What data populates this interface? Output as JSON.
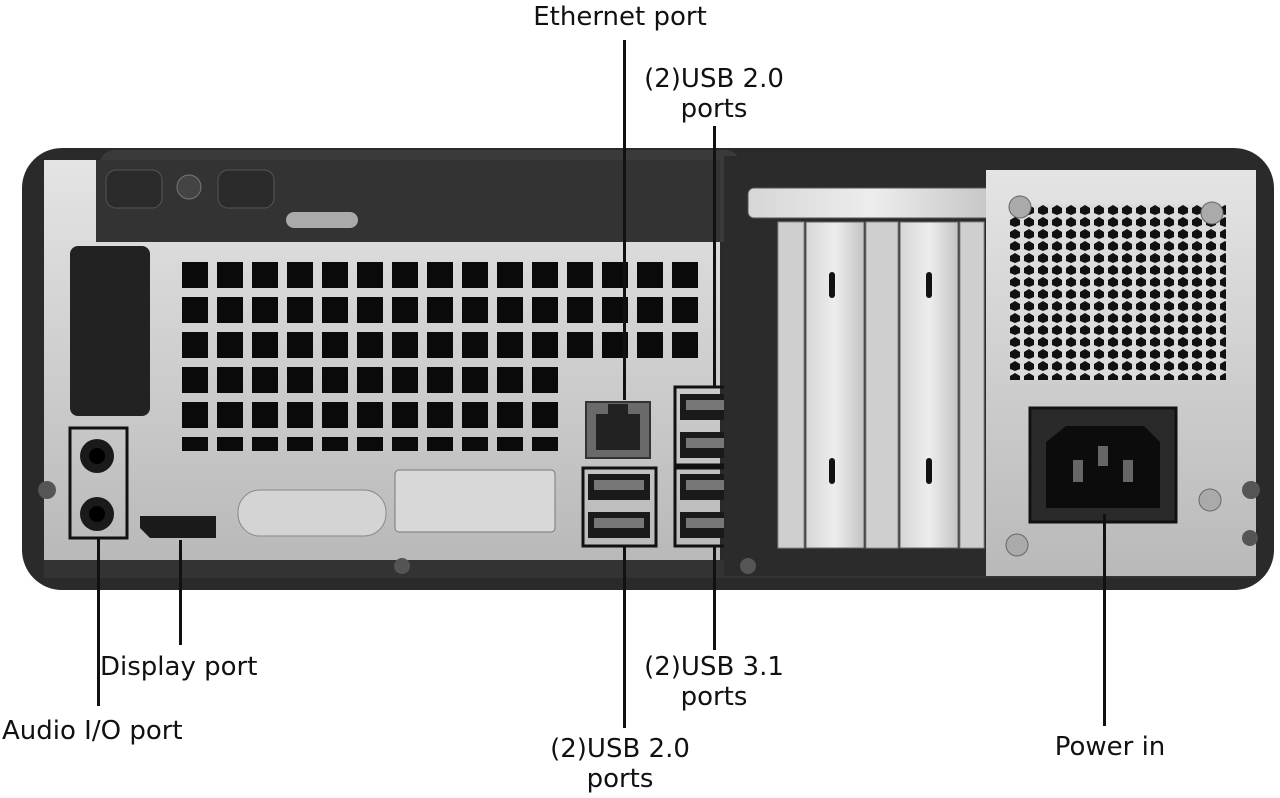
{
  "labels": {
    "ethernet": "Ethernet port",
    "usb20_top_line1": "(2)USB 2.0",
    "usb20_top_line2": "ports",
    "display": "Display port",
    "audio": "Audio I/O port",
    "usb31_line1": "(2)USB 3.1",
    "usb31_line2": "ports",
    "usb20_bottom_line1": "(2)USB 2.0",
    "usb20_bottom_line2": "ports",
    "power": "Power in"
  },
  "colors": {
    "chassis_dark": "#2b2b2b",
    "panel_silver": "#c9c9c9",
    "vent_black": "#0a0a0a",
    "callout": "#111111"
  }
}
